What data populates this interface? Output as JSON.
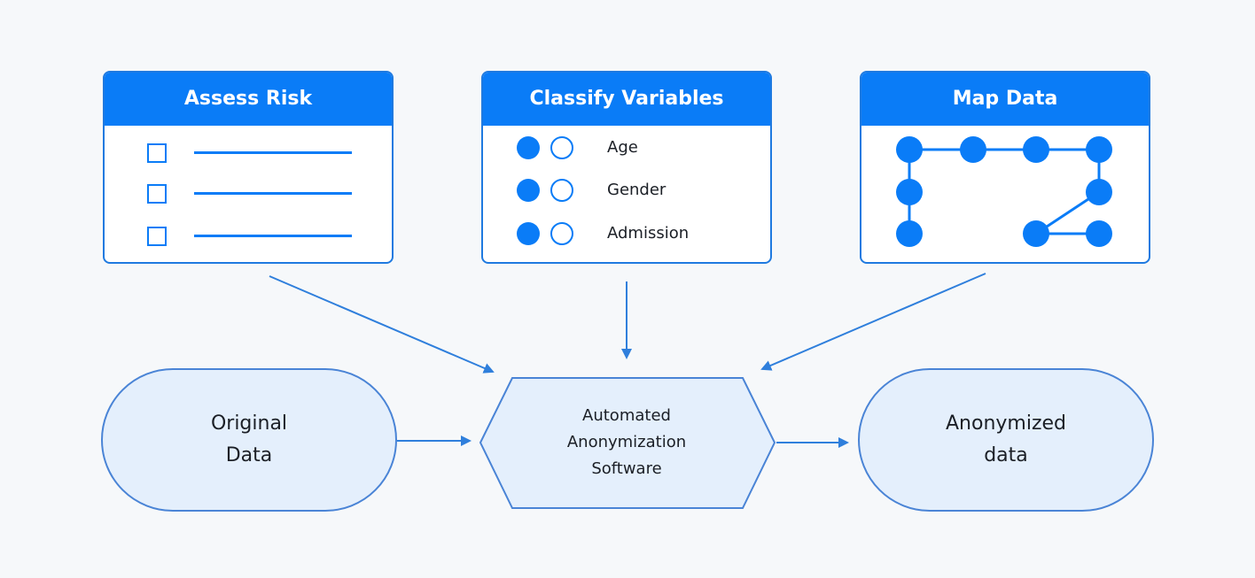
{
  "cards": {
    "assess": {
      "title": "Assess Risk"
    },
    "classify": {
      "title": "Classify Variables",
      "variables": [
        "Age",
        "Gender",
        "Admission"
      ]
    },
    "map": {
      "title": "Map Data"
    }
  },
  "flow": {
    "original": [
      "Original",
      "Data"
    ],
    "software": [
      "Automated",
      "Anonymization",
      "Software"
    ],
    "anonymized": [
      "Anonymized",
      "data"
    ]
  },
  "colors": {
    "accent": "#0a7cf7",
    "pill_fill": "#e4effc",
    "outline": "#4a84d6",
    "background": "#f6f8fa"
  }
}
